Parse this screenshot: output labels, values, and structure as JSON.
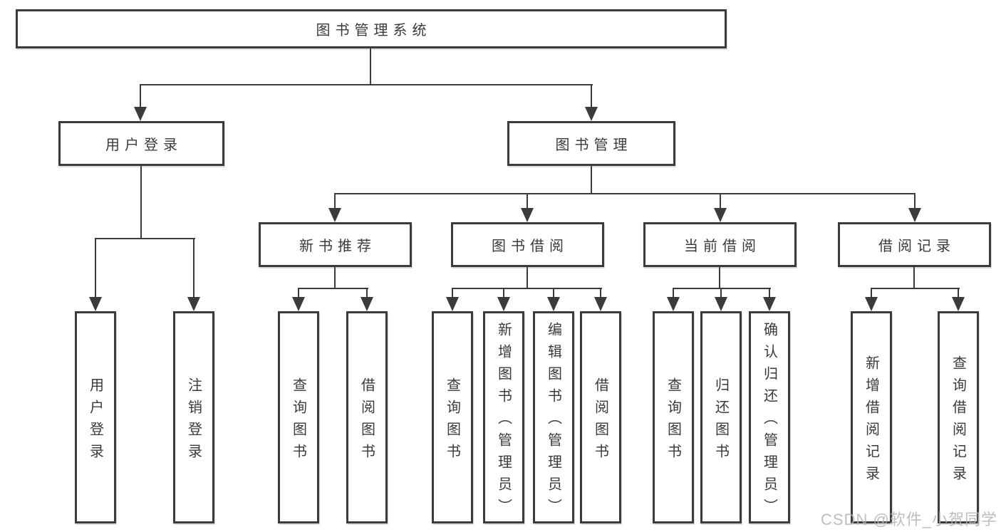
{
  "tree": {
    "root": {
      "label": "图书管理系统"
    },
    "user_login": {
      "label": "用户登录",
      "children": [
        {
          "label": "用户登录"
        },
        {
          "label": "注销登录"
        }
      ]
    },
    "book_mgmt": {
      "label": "图书管理",
      "modules": [
        {
          "label": "新书推荐",
          "children": [
            {
              "label": "查询图书"
            },
            {
              "label": "借阅图书"
            }
          ]
        },
        {
          "label": "图书借阅",
          "children": [
            {
              "label": "查询图书"
            },
            {
              "label": "新增图书（管理员）"
            },
            {
              "label": "编辑图书（管理员）"
            },
            {
              "label": "借阅图书"
            }
          ]
        },
        {
          "label": "当前借阅",
          "children": [
            {
              "label": "查询图书"
            },
            {
              "label": "归还图书"
            },
            {
              "label": "确认归还（管理员）"
            }
          ]
        },
        {
          "label": "借阅记录",
          "children": [
            {
              "label": "新增借阅记录"
            },
            {
              "label": "查询借阅记录"
            }
          ]
        }
      ]
    }
  },
  "watermark": {
    "text": "CSDN @软件_小贺同学"
  },
  "colors": {
    "line": "#3b3b3b",
    "text": "#3a3a3a",
    "watermark": "#b3b3b3",
    "background": "#ffffff"
  }
}
